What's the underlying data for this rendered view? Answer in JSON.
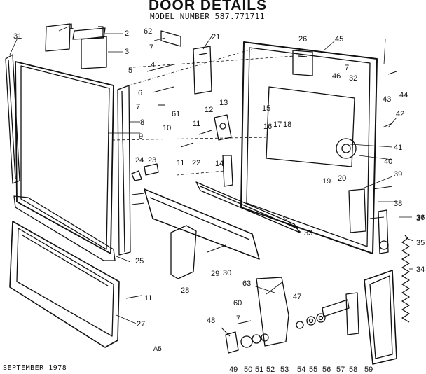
{
  "header": {
    "title": "DOOR DETAILS",
    "model": "MODEL NUMBER 587.771711"
  },
  "footer": {
    "date": "SEPTEMBER 1978",
    "code": "A5"
  },
  "callouts": [
    {
      "id": "1",
      "label": "1"
    },
    {
      "id": "2",
      "label": "2"
    },
    {
      "id": "3",
      "label": "3"
    },
    {
      "id": "4",
      "label": "4"
    },
    {
      "id": "5",
      "label": "5"
    },
    {
      "id": "6",
      "label": "6"
    },
    {
      "id": "7a",
      "label": "7"
    },
    {
      "id": "7b",
      "label": "7"
    },
    {
      "id": "7c",
      "label": "7"
    },
    {
      "id": "7d",
      "label": "7"
    },
    {
      "id": "8",
      "label": "8"
    },
    {
      "id": "9",
      "label": "9"
    },
    {
      "id": "10",
      "label": "10"
    },
    {
      "id": "11a",
      "label": "11"
    },
    {
      "id": "11b",
      "label": "11"
    },
    {
      "id": "11c",
      "label": "11"
    },
    {
      "id": "12",
      "label": "12"
    },
    {
      "id": "13",
      "label": "13"
    },
    {
      "id": "14",
      "label": "14"
    },
    {
      "id": "15",
      "label": "15"
    },
    {
      "id": "16",
      "label": "16"
    },
    {
      "id": "17",
      "label": "17"
    },
    {
      "id": "18",
      "label": "18"
    },
    {
      "id": "19",
      "label": "19"
    },
    {
      "id": "20",
      "label": "20"
    },
    {
      "id": "21",
      "label": "21"
    },
    {
      "id": "22",
      "label": "22"
    },
    {
      "id": "23",
      "label": "23"
    },
    {
      "id": "24",
      "label": "24"
    },
    {
      "id": "25",
      "label": "25"
    },
    {
      "id": "26",
      "label": "26"
    },
    {
      "id": "27",
      "label": "27"
    },
    {
      "id": "28",
      "label": "28"
    },
    {
      "id": "29",
      "label": "29"
    },
    {
      "id": "30",
      "label": "30"
    },
    {
      "id": "31",
      "label": "31"
    },
    {
      "id": "32",
      "label": "32"
    },
    {
      "id": "33",
      "label": "33"
    },
    {
      "id": "34",
      "label": "34"
    },
    {
      "id": "35",
      "label": "35"
    },
    {
      "id": "36",
      "label": "36"
    },
    {
      "id": "37",
      "label": "37"
    },
    {
      "id": "38",
      "label": "38"
    },
    {
      "id": "39",
      "label": "39"
    },
    {
      "id": "40",
      "label": "40"
    },
    {
      "id": "41",
      "label": "41"
    },
    {
      "id": "42",
      "label": "42"
    },
    {
      "id": "43",
      "label": "43"
    },
    {
      "id": "44",
      "label": "44"
    },
    {
      "id": "45",
      "label": "45"
    },
    {
      "id": "46",
      "label": "46"
    },
    {
      "id": "47",
      "label": "47"
    },
    {
      "id": "48",
      "label": "48"
    },
    {
      "id": "49",
      "label": "49"
    },
    {
      "id": "50",
      "label": "50"
    },
    {
      "id": "51",
      "label": "51"
    },
    {
      "id": "52",
      "label": "52"
    },
    {
      "id": "53",
      "label": "53"
    },
    {
      "id": "54",
      "label": "54"
    },
    {
      "id": "55",
      "label": "55"
    },
    {
      "id": "56",
      "label": "56"
    },
    {
      "id": "57",
      "label": "57"
    },
    {
      "id": "58",
      "label": "58"
    },
    {
      "id": "59",
      "label": "59"
    },
    {
      "id": "60",
      "label": "60"
    },
    {
      "id": "61",
      "label": "61"
    },
    {
      "id": "62",
      "label": "62"
    },
    {
      "id": "63",
      "label": "63"
    }
  ]
}
